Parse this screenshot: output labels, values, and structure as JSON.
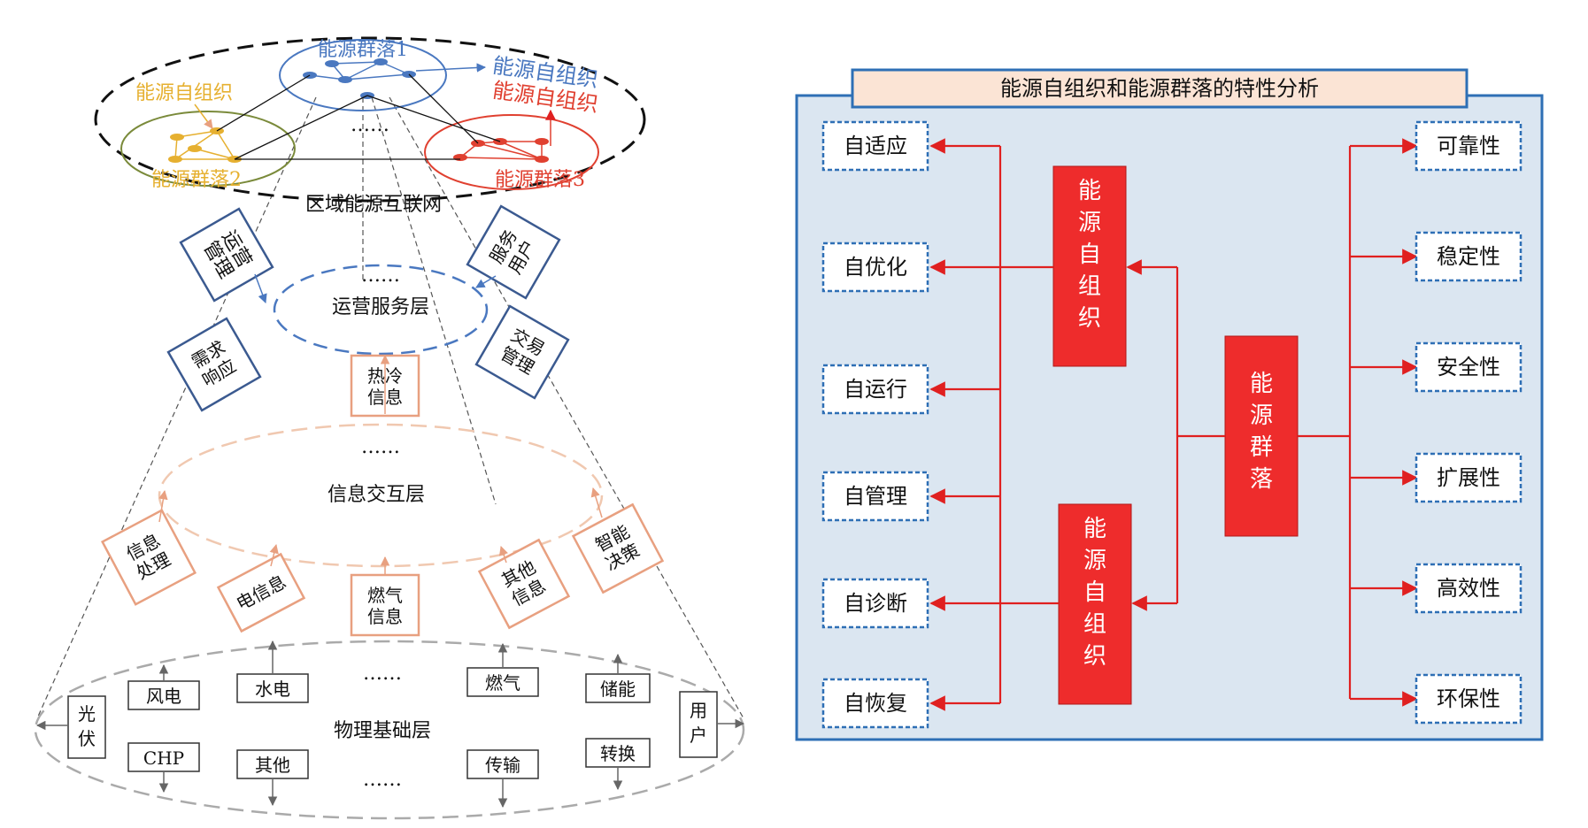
{
  "left": {
    "regional_network": "区域能源互联网",
    "clusters": [
      {
        "label": "能源群落1",
        "color": "#4a78c0"
      },
      {
        "label": "能源群落2",
        "color": "#e6b030"
      },
      {
        "label": "能源群落3",
        "color": "#e04030"
      }
    ],
    "self_org_labels": [
      {
        "text": "能源自组织",
        "color": "#e6b030"
      },
      {
        "text": "能源自组织",
        "color": "#4a78c0"
      },
      {
        "text": "能源自组织",
        "color": "#e04030"
      }
    ],
    "ellipsis": "……",
    "layers": {
      "operation": "运营服务层",
      "information": "信息交互层",
      "physical": "物理基础层"
    },
    "operation_boxes": [
      "运营管理",
      "服务用户",
      "需求响应",
      "交易管理"
    ],
    "info_boxes": [
      "热冷信息",
      "信息处理",
      "电信息",
      "燃气信息",
      "其他信息",
      "智能决策"
    ],
    "physical_items": [
      "光伏",
      "风电",
      "水电",
      "燃气",
      "储能",
      "用户",
      "CHP",
      "其他",
      "传输",
      "转换"
    ]
  },
  "right": {
    "title": "能源自组织和能源群落的特性分析",
    "self_org_upper": "能源自组织",
    "self_org_lower": "能源自组织",
    "cluster": "能源群落",
    "left_props": [
      "自适应",
      "自优化",
      "自运行",
      "自管理",
      "自诊断",
      "自恢复"
    ],
    "right_props": [
      "可靠性",
      "稳定性",
      "安全性",
      "扩展性",
      "高效性",
      "环保性"
    ]
  }
}
